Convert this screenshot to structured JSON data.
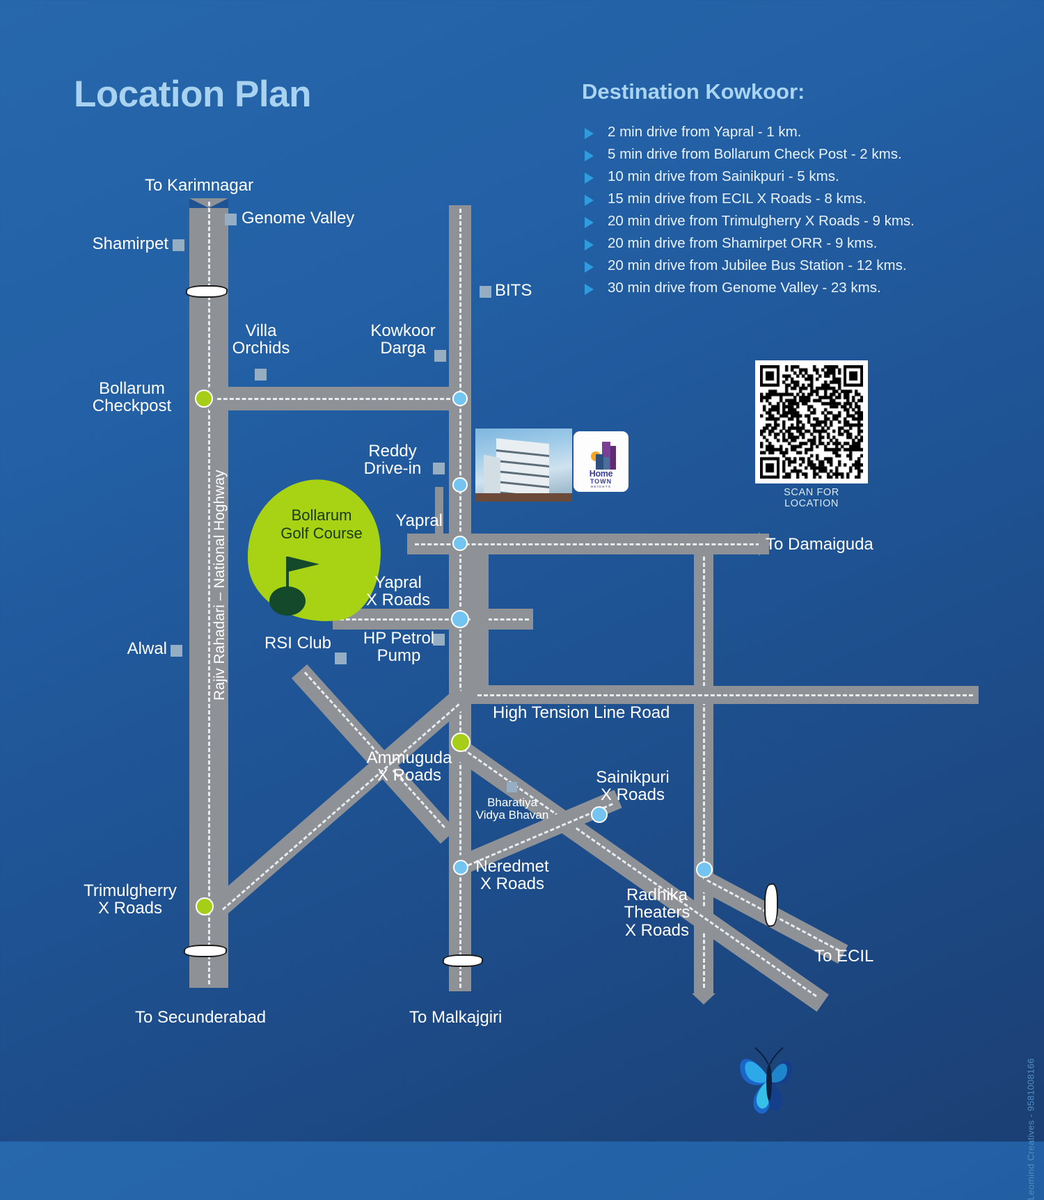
{
  "header": {
    "title": "Location Plan",
    "destinations_title": "Destination Kowkoor:"
  },
  "destinations": [
    "2 min drive from Yapral - 1 km.",
    "5 min drive from Bollarum Check Post - 2 kms.",
    "10 min drive from Sainikpuri - 5 kms.",
    "15 min drive from ECIL X Roads - 8 kms.",
    "20 min drive from Trimulgherry X Roads - 9 kms.",
    "20 min drive from Shamirpet ORR - 9 kms.",
    "20 min drive from Jubilee Bus Station - 12 kms.",
    "30 min drive from Genome Valley - 23 kms."
  ],
  "qr": {
    "caption": "SCAN FOR LOCATION"
  },
  "logo": {
    "line1": "Home",
    "line2": "TOWN",
    "line3": "HEIGHTS"
  },
  "map": {
    "highway_label": "Rajiv Rahadari – National Hoghway",
    "destinations_edge": [
      {
        "name": "to-karimnagar",
        "text": "To Karimnagar"
      },
      {
        "name": "to-damaiguda",
        "text": "To Damaiguda"
      },
      {
        "name": "to-ecil",
        "text": "To ECIL"
      },
      {
        "name": "to-secunderabad",
        "text": "To Secunderabad"
      },
      {
        "name": "to-malkajgiri",
        "text": "To Malkajgiri"
      }
    ],
    "places": [
      {
        "name": "genome-valley",
        "text": "Genome Valley"
      },
      {
        "name": "shamirpet",
        "text": "Shamirpet"
      },
      {
        "name": "bits",
        "text": "BITS"
      },
      {
        "name": "villa-orchids",
        "text": "Villa\nOrchids"
      },
      {
        "name": "kowkoor-darga",
        "text": "Kowkoor\nDarga"
      },
      {
        "name": "bollarum-checkpost",
        "text": "Bollarum\nCheckpost"
      },
      {
        "name": "reddy-drive-in",
        "text": "Reddy\nDrive-in"
      },
      {
        "name": "bollarum-golf-course",
        "text": "Bollarum\nGolf Course"
      },
      {
        "name": "yapral",
        "text": "Yapral"
      },
      {
        "name": "yapral-x-roads",
        "text": "Yapral\nX Roads"
      },
      {
        "name": "alwal",
        "text": "Alwal"
      },
      {
        "name": "rsi-club",
        "text": "RSI Club"
      },
      {
        "name": "hp-petrol-pump",
        "text": "HP Petrol\nPump"
      },
      {
        "name": "high-tension-line-road",
        "text": "High Tension Line Road"
      },
      {
        "name": "ammuguda-x-roads",
        "text": "Ammuguda\nX Roads"
      },
      {
        "name": "bharatiya-vidya-bhavan",
        "text": "Bharatiya\nVidya Bhavan"
      },
      {
        "name": "sainikpuri-x-roads",
        "text": "Sainikpuri\nX Roads"
      },
      {
        "name": "neredmet-x-roads",
        "text": "Neredmet\nX Roads"
      },
      {
        "name": "radhika-theaters-x-roads",
        "text": "Radhika\nTheaters\nX Roads"
      },
      {
        "name": "trimulgherry-x-roads",
        "text": "Trimulgherry\nX Roads"
      }
    ],
    "labels": {
      "to_karimnagar": "To Karimnagar",
      "genome_valley": "Genome Valley",
      "shamirpet": "Shamirpet",
      "bits": "BITS",
      "villa_orchids_l1": "Villa",
      "villa_orchids_l2": "Orchids",
      "kowkoor_darga_l1": "Kowkoor",
      "kowkoor_darga_l2": "Darga",
      "bollarum_checkpost_l1": "Bollarum",
      "bollarum_checkpost_l2": "Checkpost",
      "reddy_drivein_l1": "Reddy",
      "reddy_drivein_l2": "Drive-in",
      "golf_l1": "Bollarum",
      "golf_l2": "Golf Course",
      "yapral": "Yapral",
      "yapral_x_l1": "Yapral",
      "yapral_x_l2": "X Roads",
      "to_damaiguda": "To Damaiguda",
      "alwal": "Alwal",
      "rsi_club": "RSI Club",
      "hp_petrol_l1": "HP Petrol",
      "hp_petrol_l2": "Pump",
      "high_tension": "High Tension Line Road",
      "ammuguda_l1": "Ammuguda",
      "ammuguda_l2": "X Roads",
      "bvb_l1": "Bharatiya",
      "bvb_l2": "Vidya Bhavan",
      "sainikpuri_l1": "Sainikpuri",
      "sainikpuri_l2": "X Roads",
      "neredmet_l1": "Neredmet",
      "neredmet_l2": "X Roads",
      "radhika_l1": "Radhika",
      "radhika_l2": "Theaters",
      "radhika_l3": "X Roads",
      "trimulgherry_l1": "Trimulgherry",
      "trimulgherry_l2": "X Roads",
      "to_ecil": "To ECIL",
      "to_secunderabad": "To Secunderabad",
      "to_malkajgiri": "To Malkajgiri"
    }
  },
  "credit": "Leomind Creatives - 9581008166",
  "colors": {
    "background": "#1e5292",
    "road": "#8e9297",
    "node_blue": "#74c4f2",
    "node_green": "#a6ce19",
    "golf_green": "#a8d314",
    "title_blue": "#a8d2f0",
    "marker": "#95aec4"
  }
}
